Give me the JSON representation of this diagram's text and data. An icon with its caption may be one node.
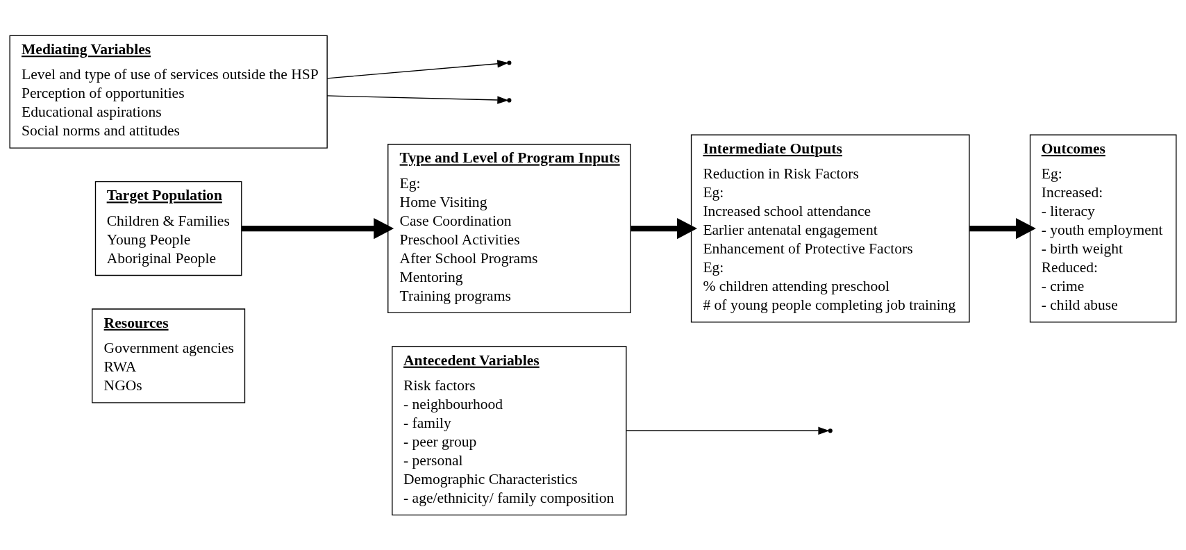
{
  "diagram": {
    "nodes": [
      {
        "text": [
          "Target Population",
          "Children & Families",
          "Young People",
          "Aboriginal People"
        ]
      },
      {
        "text": [
          "Type and Level of Program Inputs",
          "Eg:",
          "Home Visiting",
          "Case Coordination",
          "Preschool Activities",
          "After School Programs",
          "Mentoring",
          "Training programs"
        ]
      },
      {
        "text": [
          "Intermediate Outputs",
          "Reduction in Risk Factors",
          "Eg:",
          "Increased school attendance",
          "Earlier antenatal engagement",
          "Enhancement of Protective Factors",
          "Eg:",
          "% children attending preschool",
          "# of young people completing job training"
        ]
      },
      {
        "text": [
          "Outcomes",
          "Eg:",
          "Increased:",
          "- literacy",
          "- youth employment",
          "- birth weight",
          "Reduced:",
          "- crime",
          "- child abuse"
        ]
      },
      {
        "text": [
          "Resources",
          "Government agencies",
          "RWA",
          "NGOs"
        ]
      },
      {
        "text": [
          "Antecedent Variables",
          "Risk factors",
          "- neighbourhood",
          "- family",
          "- peer group",
          "- personal",
          "Demographic Characteristics",
          "- age/ethnicity/ family composition"
        ]
      },
      {
        "text": [
          "Mediating Variables",
          "Level and type of use of services outside the HSP",
          "Perception of opportunities",
          "Educational aspirations",
          "Social norms and attitudes"
        ]
      }
    ],
    "edges": [
      {
        "from": 0,
        "to": 1,
        "arrow": "to",
        "style": "thick"
      },
      {
        "from": 1,
        "to": 2,
        "arrow": "to",
        "style": "thick"
      },
      {
        "from": 2,
        "to": 3,
        "arrow": "to",
        "style": "thick"
      },
      {
        "from": 5,
        "to": null,
        "arrow": "to"
      },
      {
        "from": 6,
        "to": null,
        "arrow": "to"
      },
      {
        "from": 6,
        "to": null,
        "arrow": "to"
      }
    ]
  }
}
